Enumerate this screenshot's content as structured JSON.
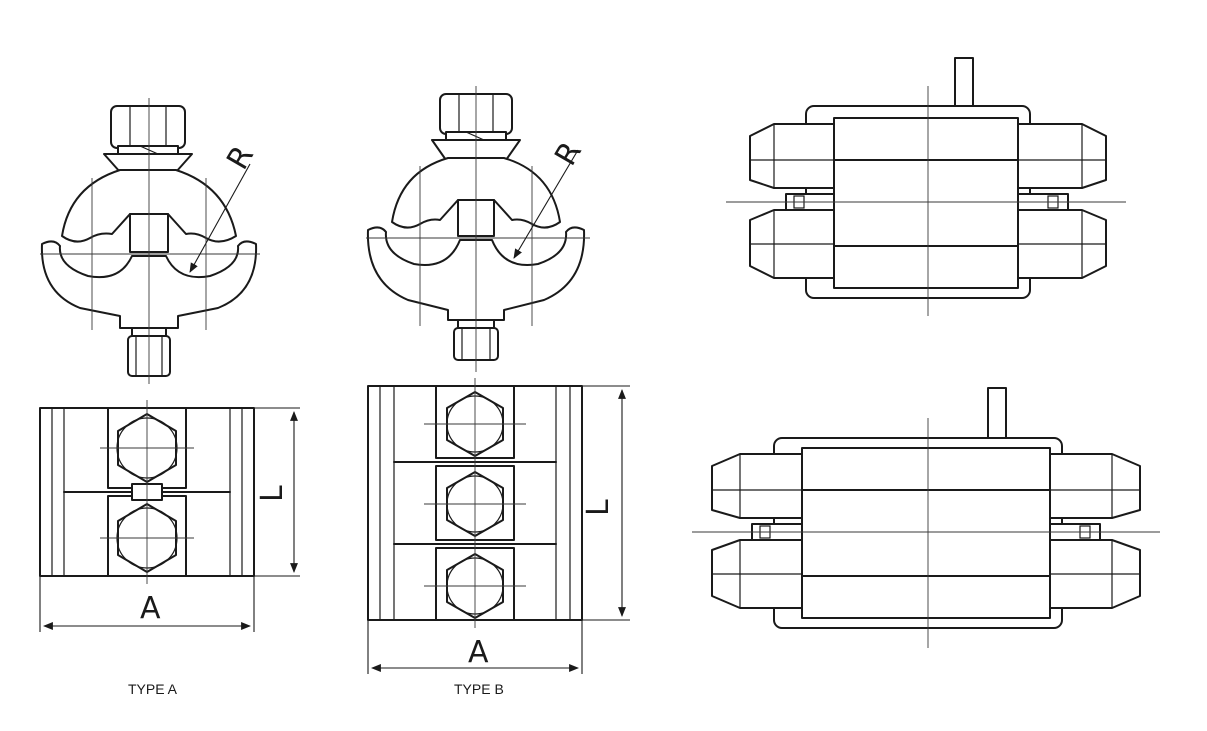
{
  "labels": {
    "radius_a": "R",
    "radius_b": "R",
    "length_a": "L",
    "length_b": "L",
    "width_a": "A",
    "width_b": "A",
    "caption_a": "TYPE A",
    "caption_b": "TYPE B"
  }
}
